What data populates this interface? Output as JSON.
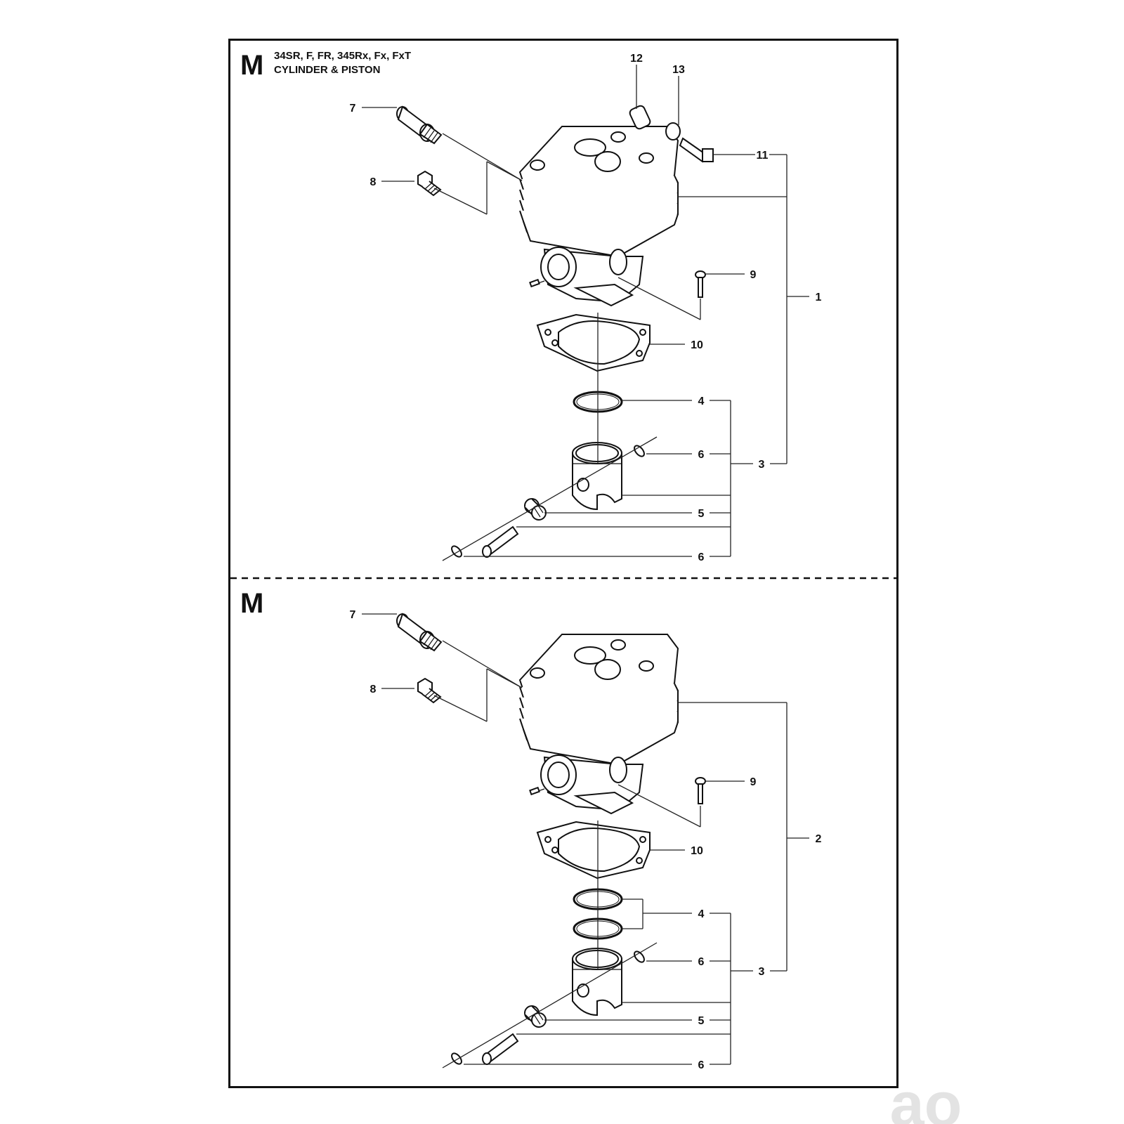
{
  "header": {
    "section_letter": "M",
    "models": "34SR, F, FR, 345Rx, Fx, FxT",
    "title": "CYLINDER & PISTON"
  },
  "lower_section": {
    "section_letter": "M"
  },
  "callouts_top": [
    "12",
    "13",
    "7",
    "11",
    "8",
    "9",
    "1",
    "10",
    "4",
    "6",
    "3",
    "5",
    "6"
  ],
  "callouts_bottom": [
    "7",
    "8",
    "9",
    "2",
    "10",
    "4",
    "6",
    "3",
    "5",
    "6"
  ],
  "watermark": "ao"
}
